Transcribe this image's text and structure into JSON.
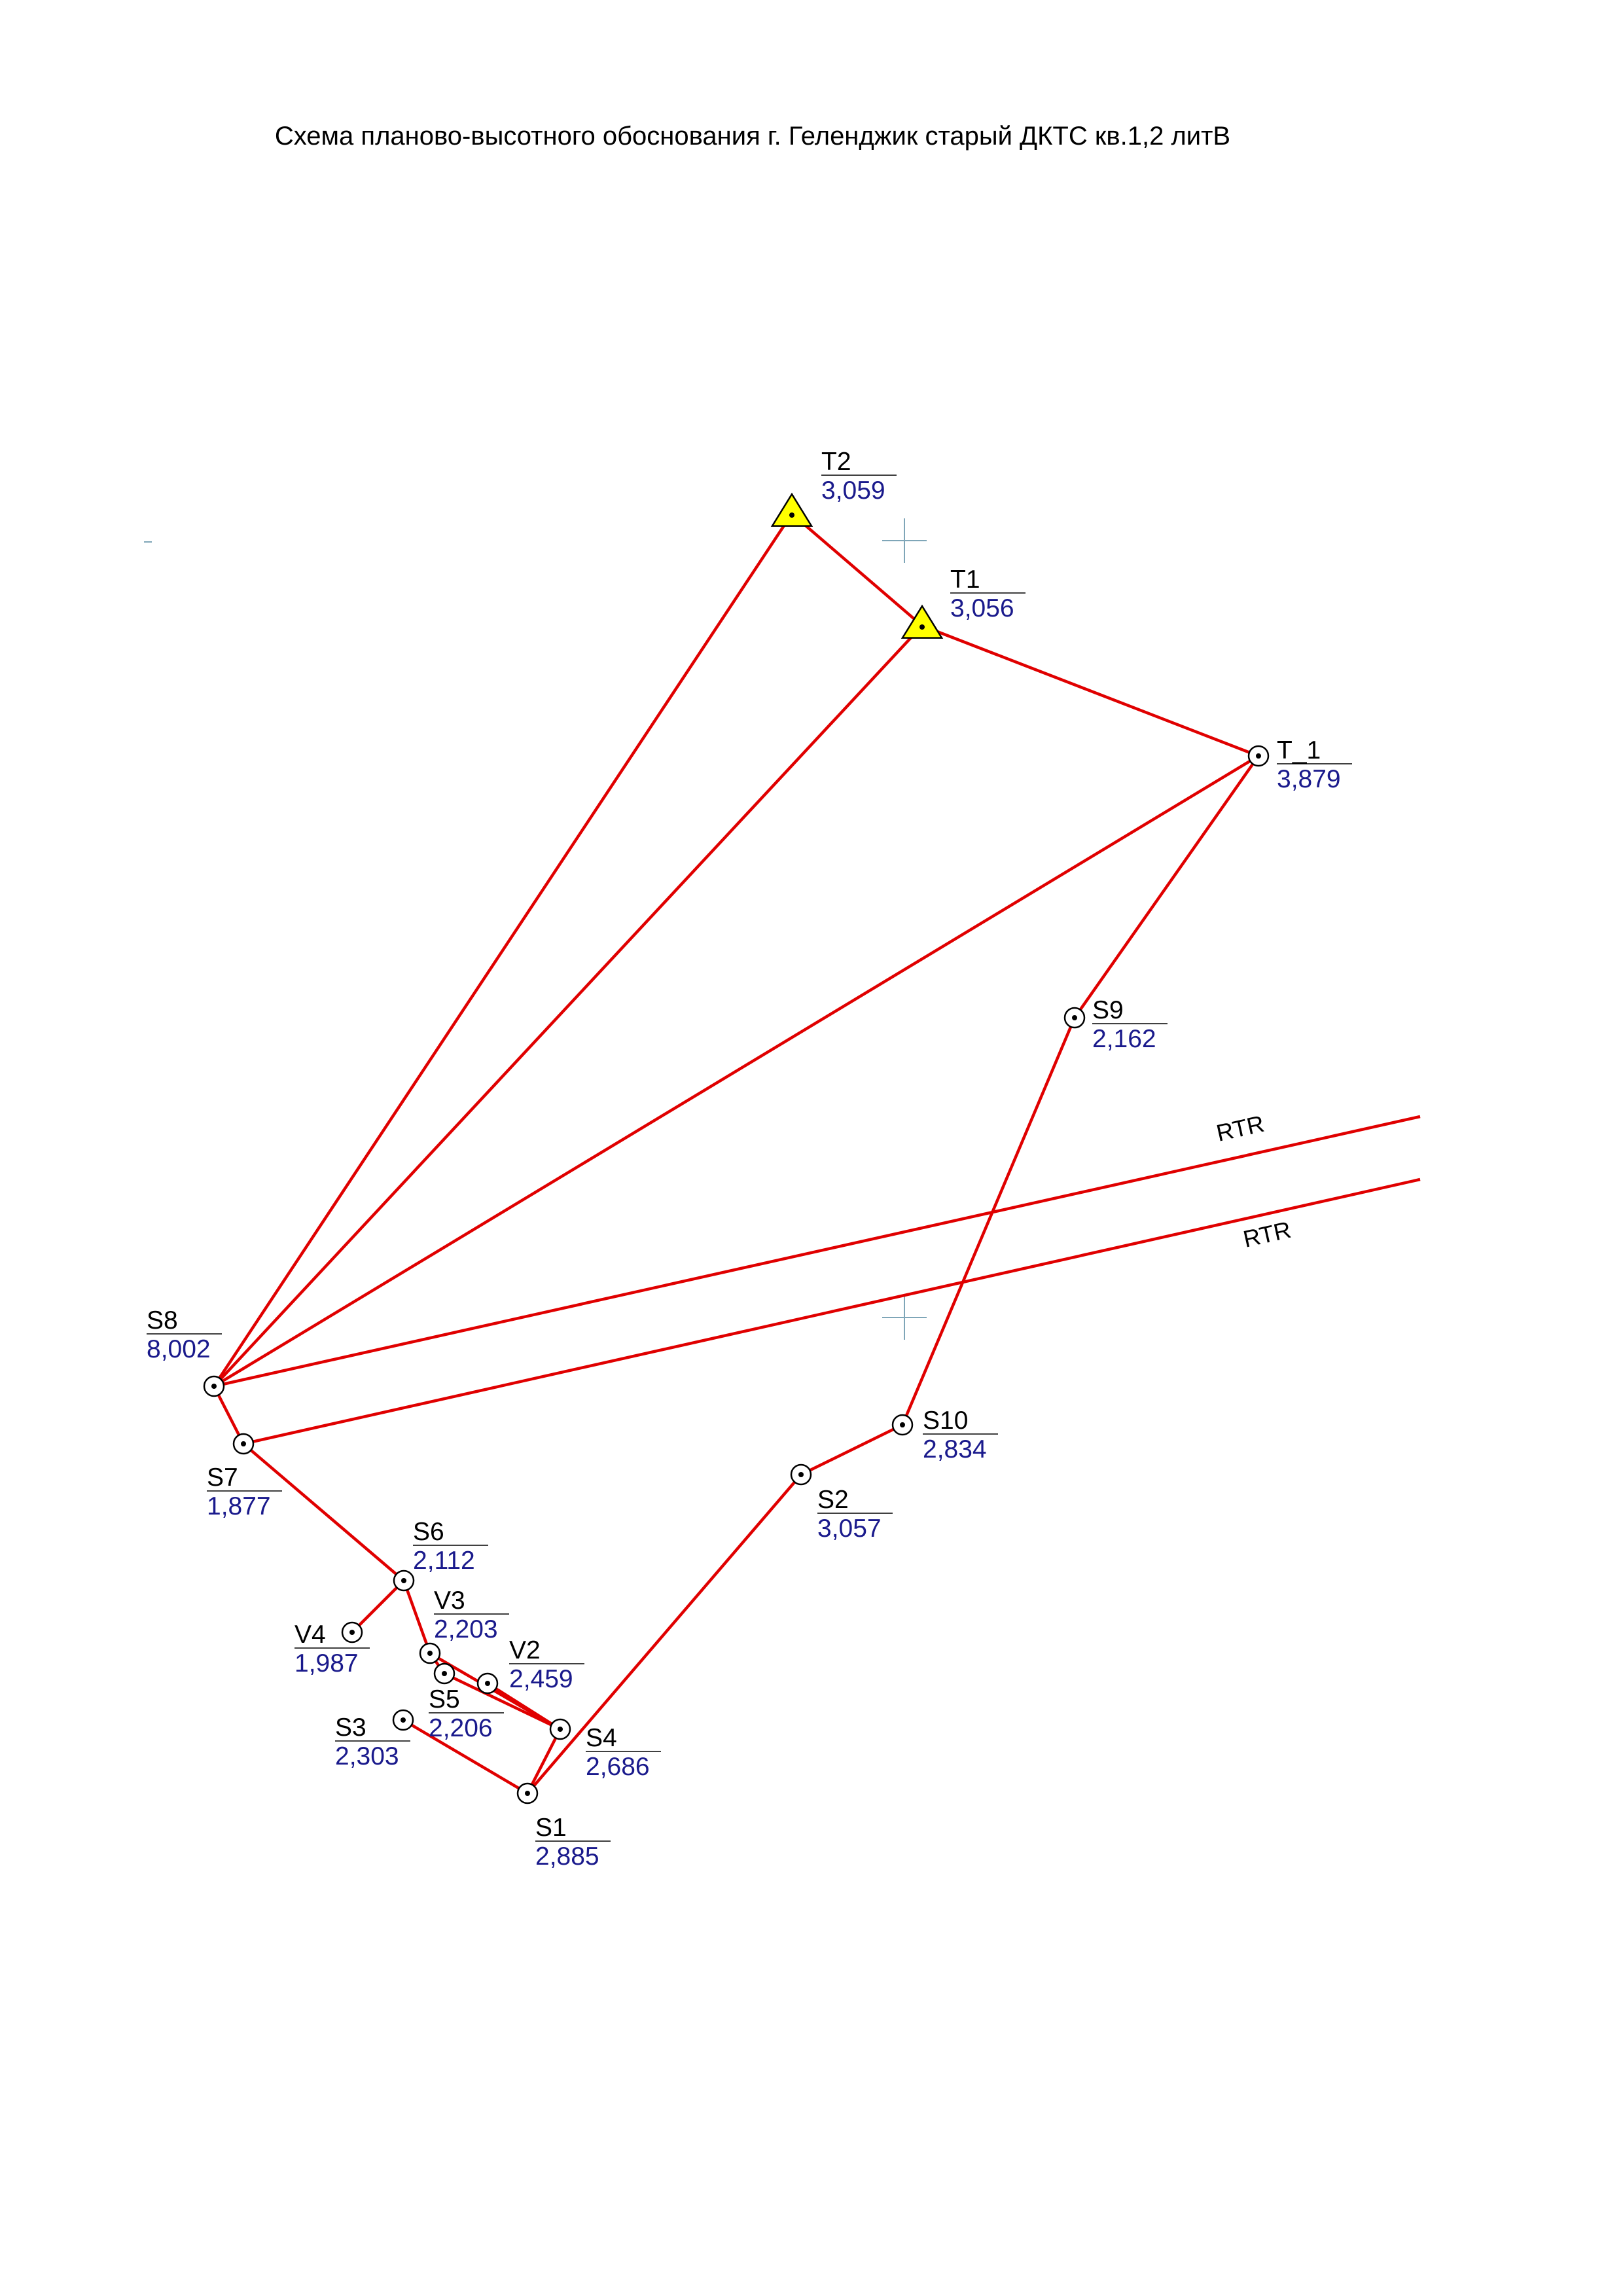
{
  "title": "Схема планово-высотного обоснования г. Геленджик старый ДКТС кв.1,2 литВ",
  "colors": {
    "traverse_line": "#e00000",
    "control_point_fill": "#ffff00",
    "elevation_text": "#1a1a8c",
    "grid_cross": "#7fa6b8"
  },
  "points": [
    {
      "id": "T2",
      "name": "T2",
      "elevation": "3,059",
      "kind": "control-triangle"
    },
    {
      "id": "T1",
      "name": "T1",
      "elevation": "3,056",
      "kind": "control-triangle"
    },
    {
      "id": "T_1",
      "name": "T_1",
      "elevation": "3,879",
      "kind": "station"
    },
    {
      "id": "S9",
      "name": "S9",
      "elevation": "2,162",
      "kind": "station"
    },
    {
      "id": "S8",
      "name": "S8",
      "elevation": "8,002",
      "kind": "station"
    },
    {
      "id": "S7",
      "name": "S7",
      "elevation": "1,877",
      "kind": "station"
    },
    {
      "id": "S10",
      "name": "S10",
      "elevation": "2,834",
      "kind": "station"
    },
    {
      "id": "S2",
      "name": "S2",
      "elevation": "3,057",
      "kind": "station"
    },
    {
      "id": "S6",
      "name": "S6",
      "elevation": "2,112",
      "kind": "station"
    },
    {
      "id": "V3",
      "name": "V3",
      "elevation": "2,203",
      "kind": "station"
    },
    {
      "id": "V4",
      "name": "V4",
      "elevation": "1,987",
      "kind": "station"
    },
    {
      "id": "V2",
      "name": "V2",
      "elevation": "2,459",
      "kind": "station"
    },
    {
      "id": "S5",
      "name": "S5",
      "elevation": "2,206",
      "kind": "station"
    },
    {
      "id": "S3",
      "name": "S3",
      "elevation": "2,303",
      "kind": "station"
    },
    {
      "id": "S4",
      "name": "S4",
      "elevation": "2,686",
      "kind": "station"
    },
    {
      "id": "S1",
      "name": "S1",
      "elevation": "2,885",
      "kind": "station"
    }
  ],
  "edges": [
    [
      "T2",
      "T1"
    ],
    [
      "T1",
      "T_1"
    ],
    [
      "T_1",
      "S9"
    ],
    [
      "T2",
      "S8"
    ],
    [
      "T1",
      "S8"
    ],
    [
      "T_1",
      "S8"
    ],
    [
      "S8",
      "S7"
    ],
    [
      "S7",
      "S6"
    ],
    [
      "S6",
      "V4"
    ],
    [
      "S6",
      "V3"
    ],
    [
      "V3",
      "S5"
    ],
    [
      "V3",
      "S4"
    ],
    [
      "S5",
      "S4"
    ],
    [
      "V2",
      "S4"
    ],
    [
      "S3",
      "S1"
    ],
    [
      "S4",
      "S1"
    ],
    [
      "S1",
      "S2"
    ],
    [
      "S2",
      "S10"
    ],
    [
      "S10",
      "S9"
    ]
  ],
  "rtr_lines": [
    {
      "label": "RTR"
    },
    {
      "label": "RTR"
    }
  ]
}
